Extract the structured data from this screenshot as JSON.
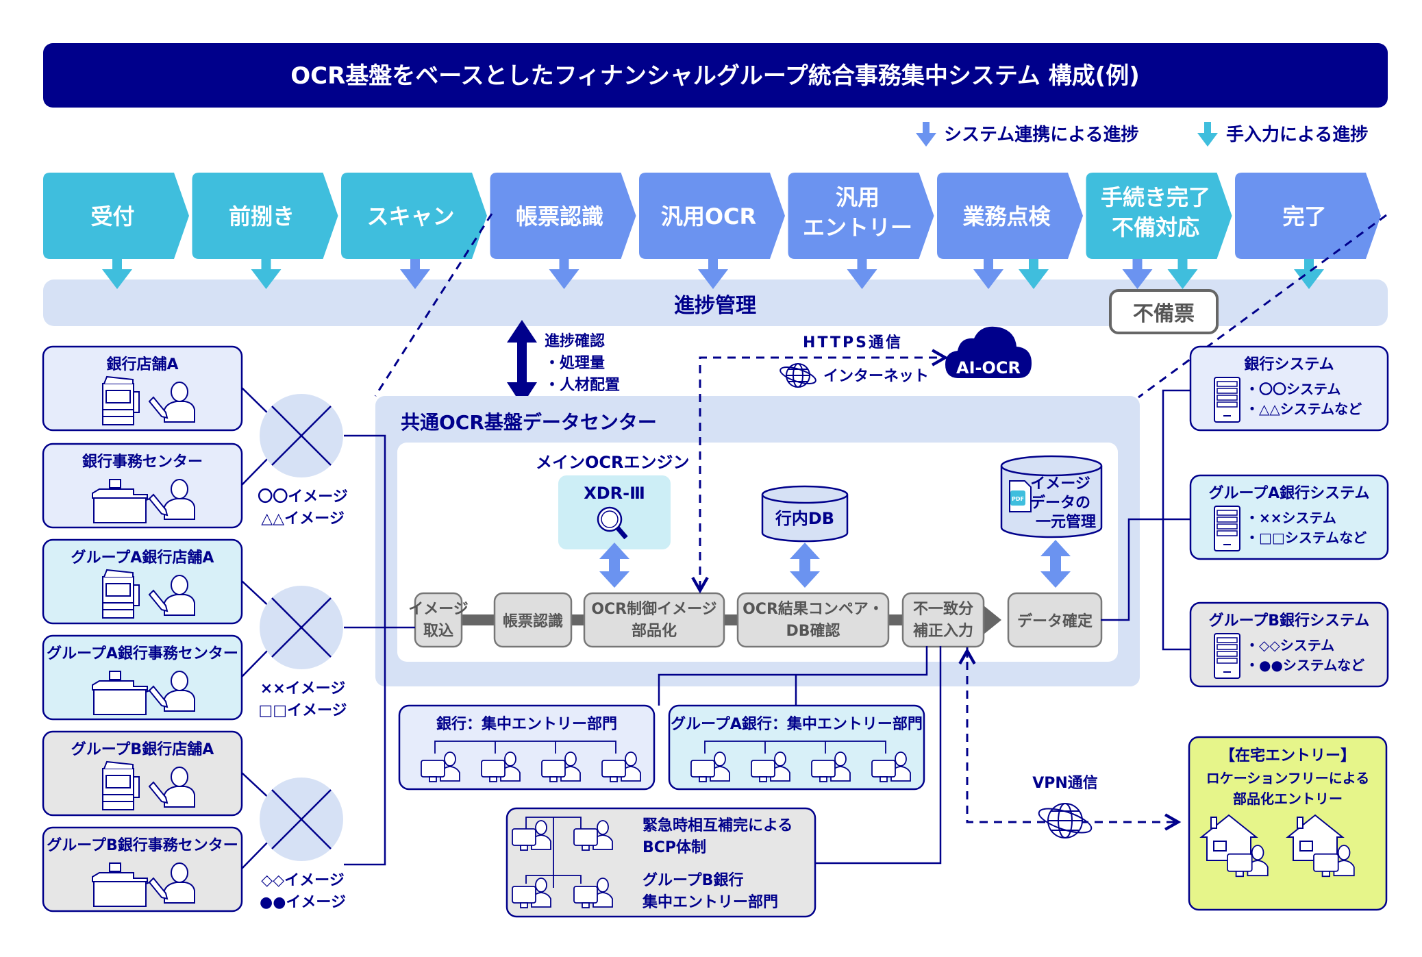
{
  "title": "OCR基盤をベースとしたフィナンシャルグループ統合事務集中システム 構成(例)",
  "legend": [
    {
      "label": "システム連携による進捗",
      "color": "#6b93f0"
    },
    {
      "label": "手入力による進捗",
      "color": "#3fbedd"
    }
  ],
  "colors": {
    "navy": "#00008b",
    "cyan": "#3fbedd",
    "blue": "#6b93f0",
    "progress_band": "#d6e1f5",
    "bank_fill": "#e6ecfb",
    "groupA_fill": "#d8f0f8",
    "groupB_fill": "#e6e6e6",
    "home_fill": "#e6f58a",
    "process_fill": "#dedede"
  },
  "pipeline": [
    {
      "label": "受付",
      "type": "manual",
      "arrows": [
        "manual"
      ]
    },
    {
      "label": "前捌き",
      "type": "manual",
      "arrows": [
        "manual"
      ]
    },
    {
      "label": "スキャン",
      "type": "manual",
      "arrows": [
        "system"
      ]
    },
    {
      "label": "帳票認識",
      "type": "system",
      "arrows": [
        "system"
      ]
    },
    {
      "label": "汎用OCR",
      "type": "system",
      "arrows": [
        "system"
      ]
    },
    {
      "label": "汎用\nエントリー",
      "type": "system",
      "arrows": [
        "system"
      ]
    },
    {
      "label": "業務点検",
      "type": "system",
      "arrows": [
        "system",
        "manual"
      ]
    },
    {
      "label": "手続き完了\n不備対応",
      "type": "manual",
      "arrows": [
        "system",
        "manual"
      ]
    },
    {
      "label": "完了",
      "type": "system",
      "arrows": [
        "manual"
      ]
    }
  ],
  "progress": {
    "label": "進捗管理",
    "defect_slip": "不備票",
    "check_label": "進捗確認",
    "check_items": [
      "・処理量",
      "・人材配置"
    ]
  },
  "sources": [
    {
      "label": "銀行店舗A",
      "kind": "branch",
      "group": "bank"
    },
    {
      "label": "銀行事務センター",
      "kind": "center",
      "group": "bank"
    },
    {
      "label": "グループA銀行店舗A",
      "kind": "branch",
      "group": "groupA"
    },
    {
      "label": "グループA銀行事務センター",
      "kind": "center",
      "group": "groupA"
    },
    {
      "label": "グループB銀行店舗A",
      "kind": "branch",
      "group": "groupB"
    },
    {
      "label": "グループB銀行事務センター",
      "kind": "center",
      "group": "groupB"
    }
  ],
  "image_groups": [
    {
      "lines": [
        "〇〇イメージ",
        "△△イメージ"
      ]
    },
    {
      "lines": [
        "××イメージ",
        "□□イメージ"
      ]
    },
    {
      "lines": [
        "◇◇イメージ",
        "●●イメージ"
      ]
    }
  ],
  "datacenter": {
    "title": "共通OCR基盤データセンター",
    "engine_label": "メインOCRエンジン",
    "engine_name": "XDR-Ⅲ",
    "db_label": "行内DB",
    "image_store": [
      "イメージ",
      "データの",
      "一元管理"
    ],
    "pdf_badge": "PDF",
    "steps": [
      {
        "label": "イメージ\n取込"
      },
      {
        "label": "帳票認識"
      },
      {
        "label": "OCR制御イメージ\n部品化"
      },
      {
        "label": "OCR結果コンペア・\nDB確認"
      },
      {
        "label": "不一致分\n補正入力"
      },
      {
        "label": "データ確定"
      }
    ]
  },
  "cloud": {
    "https_label": "HTTPS通信",
    "internet_label": "インターネット",
    "ai_ocr_label": "AI-OCR"
  },
  "entry_departments": [
    {
      "label": "銀行：集中エントリー部門",
      "group": "bank",
      "operators": 4
    },
    {
      "label": "グループA銀行：集中エントリー部門",
      "group": "groupA",
      "operators": 4
    }
  ],
  "bcp": {
    "lines1": [
      "緊急時相互補完による",
      "BCP体制"
    ],
    "lines2": [
      "グループB銀行",
      "集中エントリー部門"
    ],
    "operators": 4
  },
  "systems": [
    {
      "title": "銀行システム",
      "items": [
        "・〇〇システム",
        "・△△システムなど"
      ],
      "group": "bank"
    },
    {
      "title": "グループA銀行システム",
      "items": [
        "・××システム",
        "・□□システムなど"
      ],
      "group": "groupA"
    },
    {
      "title": "グループB銀行システム",
      "items": [
        "・◇◇システム",
        "・●●システムなど"
      ],
      "group": "groupB"
    }
  ],
  "remote": {
    "vpn_label": "VPN通信",
    "title": "【在宅エントリー】",
    "lines": [
      "ロケーションフリーによる",
      "部品化エントリー"
    ],
    "homes": 2
  }
}
